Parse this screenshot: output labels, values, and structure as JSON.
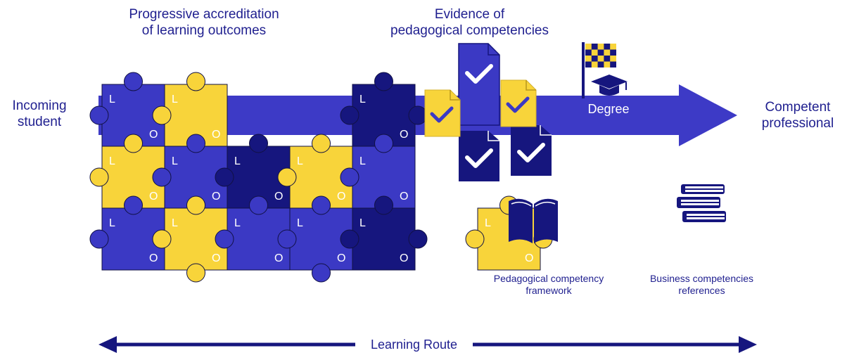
{
  "labels": {
    "progressive_line1": "Progressive accreditation",
    "progressive_line2": "of learning outcomes",
    "evidence_line1": "Evidence of",
    "evidence_line2": "pedagogical competencies",
    "incoming_line1": "Incoming",
    "incoming_line2": "student",
    "competent_line1": "Competent",
    "competent_line2": "professional",
    "degree": "Degree",
    "framework_line1": "Pedagogical competency",
    "framework_line2": "framework",
    "business_line1": "Business competencies",
    "business_line2": "references",
    "route": "Learning Route"
  },
  "piece_letters": {
    "top": "L",
    "bottom": "O"
  },
  "puzzle_grid": [
    [
      "medium",
      "yellow",
      "",
      "",
      "dark",
      "",
      ""
    ],
    [
      "yellow",
      "medium",
      "dark",
      "yellow",
      "medium",
      "",
      ""
    ],
    [
      "medium",
      "yellow",
      "medium",
      "medium",
      "dark",
      "",
      "yellow"
    ]
  ],
  "colors": {
    "medium_blue": "#3b39c4",
    "dark_blue": "#16167e",
    "yellow": "#f8d43a",
    "text": "#1f1f8f",
    "arrow": "#3d3ac6"
  },
  "icons": [
    "document-check-icon",
    "flag-icon",
    "graduation-cap-icon",
    "open-book-icon",
    "book-stack-icon"
  ]
}
